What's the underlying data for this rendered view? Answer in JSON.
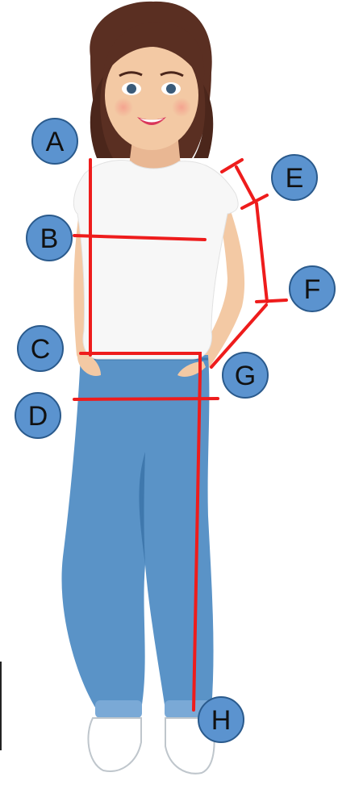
{
  "labels": {
    "a": "A",
    "b": "B",
    "c": "C",
    "d": "D",
    "e": "E",
    "f": "F",
    "g": "G",
    "h": "H"
  },
  "colors": {
    "measure_line": "#ee1c1c",
    "badge_fill": "#5b93cf",
    "badge_stroke": "#2a5a8c",
    "shirt": "#f7f7f7",
    "jeans": "#5a93c7",
    "jeans_dark": "#3f78ad",
    "skin": "#f3c9a4",
    "hair": "#5a2f22"
  },
  "figure": {
    "subject": "woman-in-white-tshirt-and-blue-jeans"
  }
}
